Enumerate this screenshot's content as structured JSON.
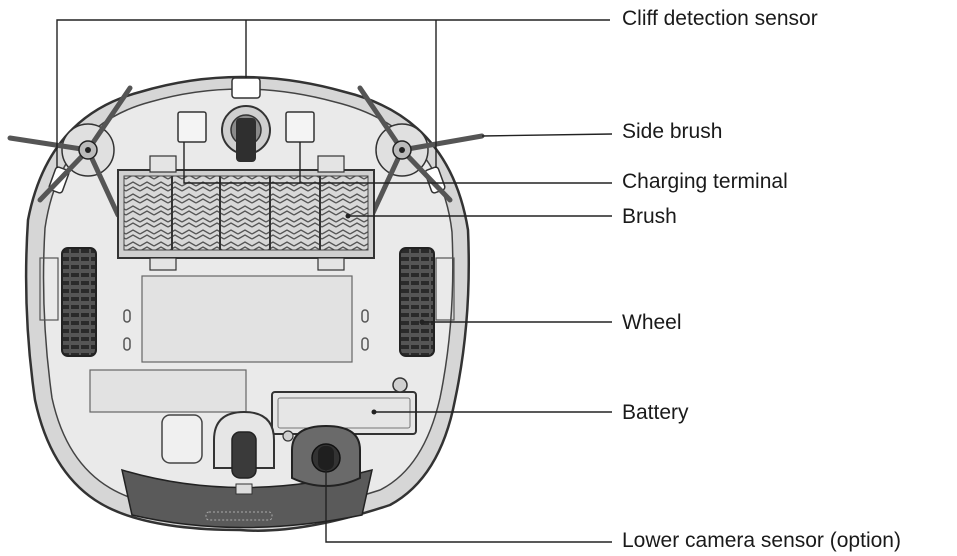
{
  "labels": {
    "cliff_detection_sensor": "Cliff detection sensor",
    "side_brush": "Side brush",
    "charging_terminal": "Charging terminal",
    "brush": "Brush",
    "wheel": "Wheel",
    "battery": "Battery",
    "lower_camera_sensor": "Lower camera sensor (option)"
  },
  "colors": {
    "body_fill": "#e9e9e9",
    "rim_fill": "#d6d6d6",
    "stroke": "#333333",
    "dark": "#3a3a3a",
    "panel": "#dedede"
  }
}
